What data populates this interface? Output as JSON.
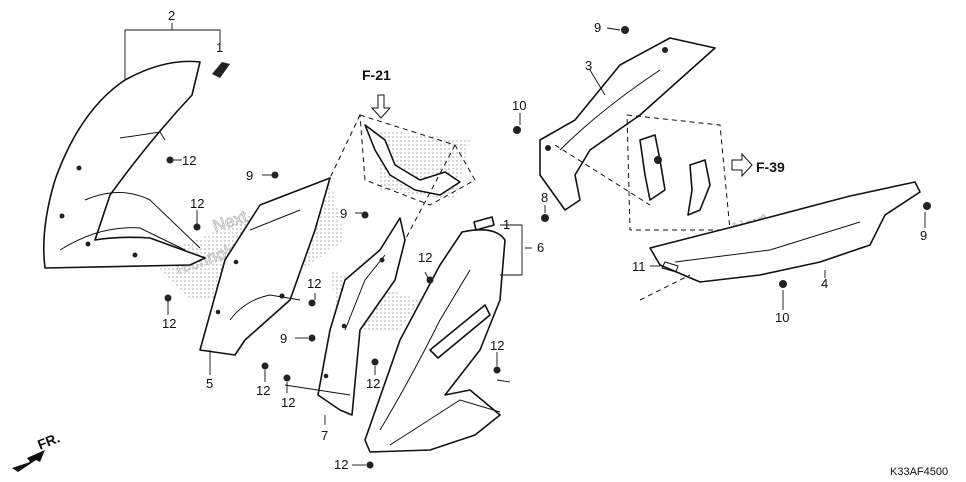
{
  "diagram_code": "K33AF4500",
  "front_label": "FR.",
  "watermark": {
    "line1": "Next",
    "line2": "Technologies"
  },
  "references": {
    "ref_a": "F-21",
    "ref_b": "F-39"
  },
  "part_numbers": {
    "p1": "1",
    "p2": "2",
    "p3": "3",
    "p4": "4",
    "p5": "5",
    "p6": "6",
    "p7": "7",
    "p8": "8",
    "p9": "9",
    "p10": "10",
    "p11": "11",
    "p12": "12"
  },
  "colors": {
    "line": "#111111",
    "dots": "#9a9a9a",
    "background": "#ffffff"
  }
}
